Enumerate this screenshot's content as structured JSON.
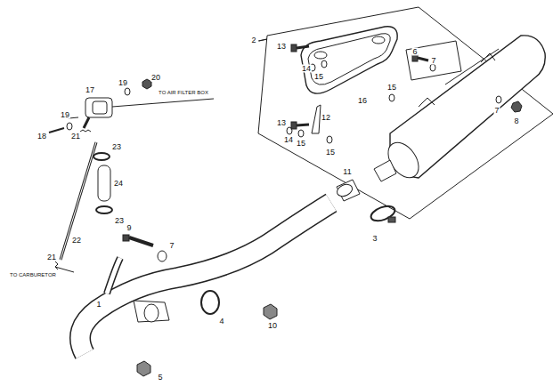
{
  "diagram": {
    "labels": [
      "2",
      "13",
      "6",
      "7",
      "14",
      "15",
      "19",
      "20",
      "17",
      "TO AIR FILTER BOX",
      "16",
      "15",
      "19",
      "18",
      "21",
      "23",
      "13",
      "12",
      "14",
      "15",
      "15",
      "8",
      "7",
      "24",
      "11",
      "23",
      "22",
      "9",
      "7",
      "3",
      "1",
      "21",
      "TO CARBURETOR",
      "10",
      "4",
      "5"
    ]
  }
}
